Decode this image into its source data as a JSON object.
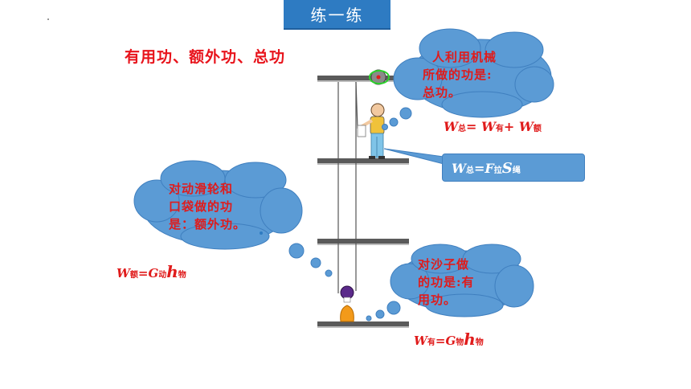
{
  "header": {
    "title": "练一练"
  },
  "page_title": "有用功、额外功、总功",
  "bubbles": {
    "total": {
      "lines": [
        "人利用机械",
        "所做的功是:",
        "总功。"
      ]
    },
    "extra": {
      "lines": [
        "对动滑轮和",
        "口袋做的功",
        "是：额外功。"
      ]
    },
    "useful": {
      "lines": [
        "对沙子做",
        "的功是:有",
        "用功。"
      ]
    }
  },
  "formulas": {
    "total_sum": {
      "w": "W",
      "w_sub": "总",
      "eq": "= ",
      "w1": "W",
      "w1_sub": "有",
      "plus": "+ ",
      "w2": "W",
      "w2_sub": "额"
    },
    "total_fs": {
      "w": "W",
      "w_sub": "总",
      "eq": "=",
      "f": "F",
      "f_sub": "拉",
      "s": "S",
      "s_sub": "绳"
    },
    "extra": {
      "w": "W",
      "w_sub": "额",
      "eq": "=",
      "g": "G",
      "g_sub": "动",
      "h": "h",
      "h_sub": "物"
    },
    "useful": {
      "w": "W",
      "w_sub": "有",
      "eq": "=",
      "g": "G",
      "g_sub": "物",
      "h": "h",
      "h_sub": "物"
    }
  },
  "colors": {
    "accent_blue": "#2e7bc2",
    "bubble_blue": "#5b9bd5",
    "text_red": "#e01b1b"
  }
}
